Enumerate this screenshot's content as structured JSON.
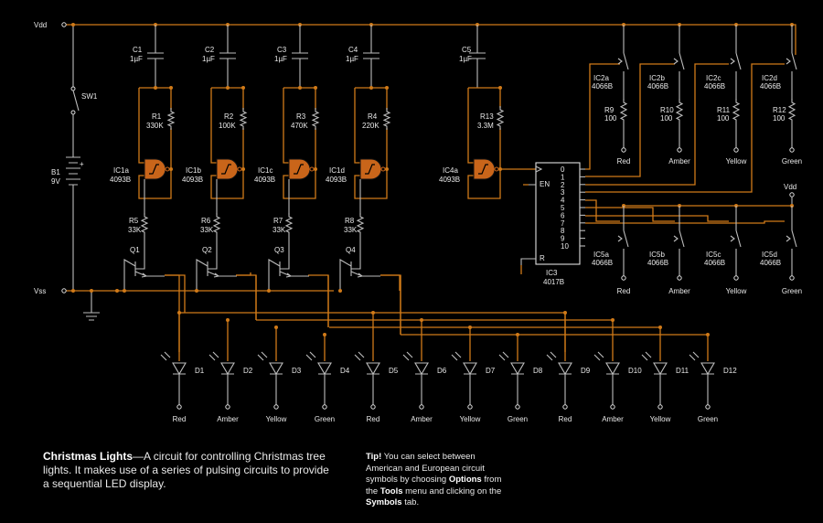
{
  "nets": {
    "vdd": "Vdd",
    "vss": "Vss",
    "vdd2": "Vdd"
  },
  "switch": "SW1",
  "battery": {
    "name": "B1",
    "value": "9V",
    "plus": "+",
    "minus": "-"
  },
  "capacitors": [
    {
      "name": "C1",
      "value": "1µF"
    },
    {
      "name": "C2",
      "value": "1µF"
    },
    {
      "name": "C3",
      "value": "1µF"
    },
    {
      "name": "C4",
      "value": "1µF"
    },
    {
      "name": "C5",
      "value": "1µF"
    }
  ],
  "resistors_top": [
    {
      "name": "R1",
      "value": "330K"
    },
    {
      "name": "R2",
      "value": "100K"
    },
    {
      "name": "R3",
      "value": "470K"
    },
    {
      "name": "R4",
      "value": "220K"
    },
    {
      "name": "R13",
      "value": "3.3M"
    }
  ],
  "gates": [
    {
      "name": "IC1a",
      "type": "4093B"
    },
    {
      "name": "IC1b",
      "type": "4093B"
    },
    {
      "name": "IC1c",
      "type": "4093B"
    },
    {
      "name": "IC1d",
      "type": "4093B"
    },
    {
      "name": "IC4a",
      "type": "4093B"
    }
  ],
  "resistors_base": [
    {
      "name": "R5",
      "value": "33K"
    },
    {
      "name": "R6",
      "value": "33K"
    },
    {
      "name": "R7",
      "value": "33K"
    },
    {
      "name": "R8",
      "value": "33K"
    }
  ],
  "transistors": [
    "Q1",
    "Q2",
    "Q3",
    "Q4"
  ],
  "counter": {
    "name": "IC3",
    "type": "4017B",
    "en": "EN",
    "reset": "R",
    "outputs": [
      "0",
      "1",
      "2",
      "3",
      "4",
      "5",
      "6",
      "7",
      "8",
      "9",
      "10"
    ]
  },
  "switches_top": [
    {
      "name": "IC2a",
      "type": "4066B",
      "res": "R9",
      "val": "100",
      "color": "Red"
    },
    {
      "name": "IC2b",
      "type": "4066B",
      "res": "R10",
      "val": "100",
      "color": "Amber"
    },
    {
      "name": "IC2c",
      "type": "4066B",
      "res": "R11",
      "val": "100",
      "color": "Yellow"
    },
    {
      "name": "IC2d",
      "type": "4066B",
      "res": "R12",
      "val": "100",
      "color": "Green"
    }
  ],
  "switches_bottom": [
    {
      "name": "IC5a",
      "type": "4066B",
      "color": "Red"
    },
    {
      "name": "IC5b",
      "type": "4066B",
      "color": "Amber"
    },
    {
      "name": "IC5c",
      "type": "4066B",
      "color": "Yellow"
    },
    {
      "name": "IC5d",
      "type": "4066B",
      "color": "Green"
    }
  ],
  "leds": [
    {
      "name": "D1",
      "color": "Red"
    },
    {
      "name": "D2",
      "color": "Amber"
    },
    {
      "name": "D3",
      "color": "Yellow"
    },
    {
      "name": "D4",
      "color": "Green"
    },
    {
      "name": "D5",
      "color": "Red"
    },
    {
      "name": "D6",
      "color": "Amber"
    },
    {
      "name": "D7",
      "color": "Yellow"
    },
    {
      "name": "D8",
      "color": "Green"
    },
    {
      "name": "D9",
      "color": "Red"
    },
    {
      "name": "D10",
      "color": "Amber"
    },
    {
      "name": "D11",
      "color": "Yellow"
    },
    {
      "name": "D12",
      "color": "Green"
    }
  ],
  "caption": {
    "title": "Christmas Lights",
    "text": "—A circuit for controlling Christmas tree lights. It makes use of a series of pulsing circuits to provide a sequential LED display."
  },
  "tip": {
    "t1": "Tip!",
    "t2": " You can select between American and European circuit symbols by choosing ",
    "t3": "Options",
    "t4": " from the ",
    "t5": "Tools",
    "t6": " menu and clicking on the ",
    "t7": "Symbols",
    "t8": " tab."
  },
  "colors": {
    "wire": "#d07a18",
    "gate": "#c9651a",
    "background": "#000000",
    "text": "#e8e8e8"
  }
}
